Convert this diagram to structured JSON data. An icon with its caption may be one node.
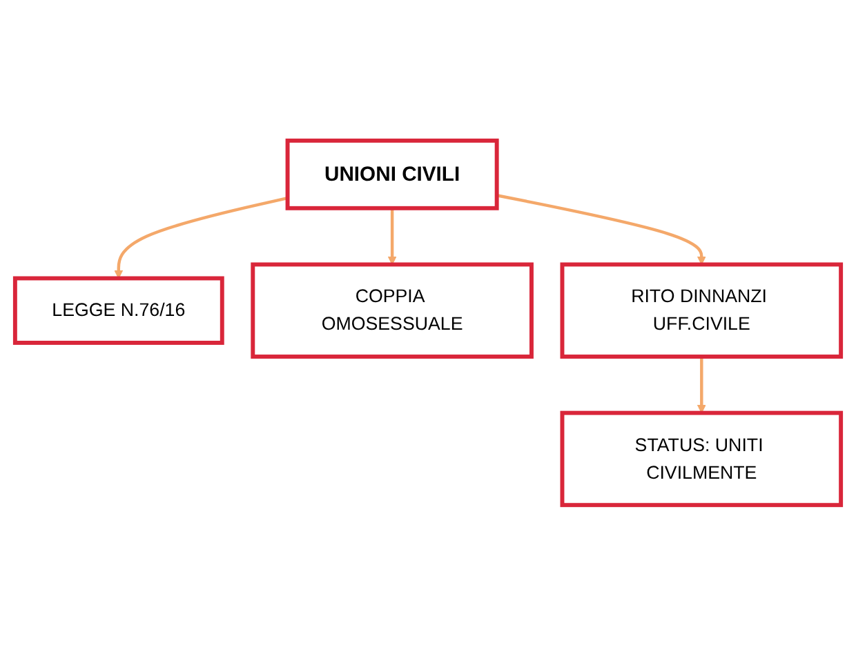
{
  "diagram": {
    "nodes": [
      {
        "text": [
          "UNIONI CIVILI"
        ]
      },
      {
        "text": [
          "LEGGE N.76/16"
        ]
      },
      {
        "text": [
          "COPPIA OMOSESSUALE"
        ]
      },
      {
        "text": [
          "RITO DINNANZI UFF.CIVILE"
        ]
      },
      {
        "text": [
          "STATUS: UNITI CIVILMENTE"
        ]
      }
    ],
    "edges": [
      {
        "from": 0,
        "to": 1,
        "arrow": "to"
      },
      {
        "from": 0,
        "to": 2,
        "arrow": "to"
      },
      {
        "from": 0,
        "to": 3,
        "arrow": "to"
      },
      {
        "from": 3,
        "to": 4,
        "arrow": "to"
      }
    ]
  }
}
